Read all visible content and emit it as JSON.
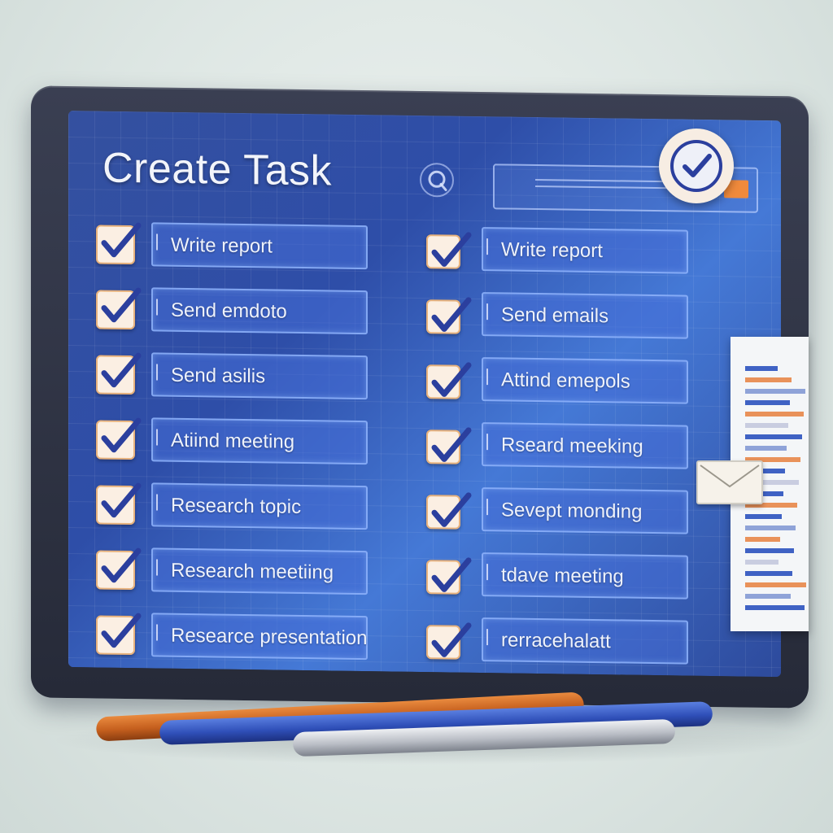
{
  "header": {
    "title": "Create Task"
  },
  "icons": {
    "search": "search-icon",
    "mail": "envelope-icon",
    "check": "checkmark-icon"
  },
  "colors": {
    "screen_blue": "#2c4aa6",
    "checkbox_fill": "#fbefe3",
    "checkbox_border": "#e7b27d",
    "check_mark": "#2b3f9e",
    "accent_orange": "#f08a3c"
  },
  "tasks_left": [
    {
      "label": "Write report",
      "checked": true
    },
    {
      "label": "Send emdoto",
      "checked": true
    },
    {
      "label": "Send asilis",
      "checked": true
    },
    {
      "label": "Atiind meeting",
      "checked": true
    },
    {
      "label": "Research topic",
      "checked": true
    },
    {
      "label": "Research meetiing",
      "checked": true
    },
    {
      "label": "Researce presentation",
      "checked": true
    }
  ],
  "tasks_right": [
    {
      "label": "Write report",
      "checked": true
    },
    {
      "label": "Send emails",
      "checked": true
    },
    {
      "label": "Attind emepols",
      "checked": true
    },
    {
      "label": "Rseard meeking",
      "checked": true
    },
    {
      "label": "Sevept monding",
      "checked": true
    },
    {
      "label": "tdave meeting",
      "checked": true
    },
    {
      "label": "rerracehalatt",
      "checked": true
    }
  ]
}
